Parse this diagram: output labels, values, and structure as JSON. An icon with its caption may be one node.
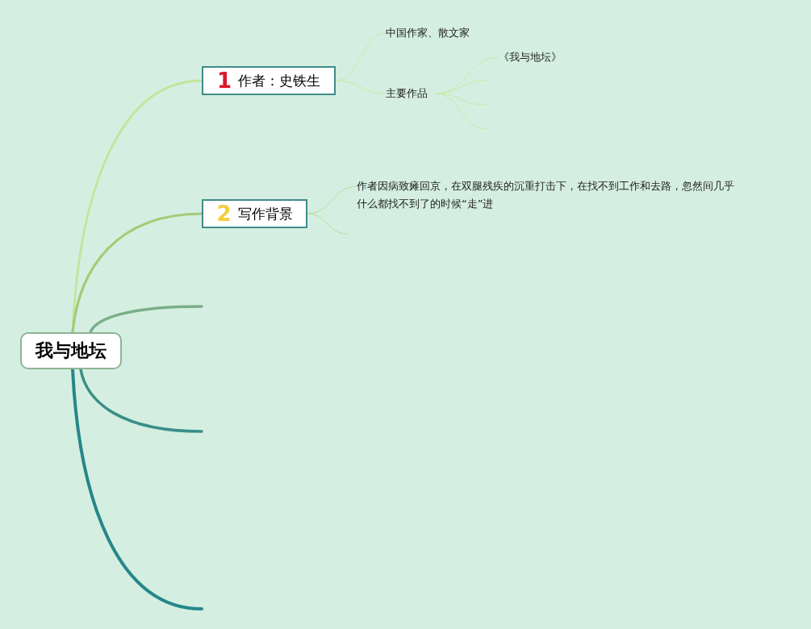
{
  "diagram": {
    "nodes": [
      {
        "text": [
          "我与地坛"
        ]
      },
      {
        "text": [
          "1",
          "作者：史铁生"
        ]
      },
      {
        "text": [
          "2",
          "写作背景"
        ]
      },
      {
        "text": [
          "中国作家、散文家"
        ]
      },
      {
        "text": [
          "主要作品"
        ]
      },
      {
        "text": [
          "《我与地坛》"
        ]
      },
      {
        "text": [
          "作者因病致瘫回京，在双腿残疾的沉重打击下，在找不到工作和去路，忽然间几乎什么都找不到了的时候“走”进"
        ]
      }
    ],
    "edges": [
      {
        "from": 0,
        "to": 1,
        "arrow": "none",
        "style": "thick",
        "color": "#c4e49c"
      },
      {
        "from": 0,
        "to": 2,
        "arrow": "none",
        "style": "thick",
        "color": "#a2cc78"
      },
      {
        "from": 0,
        "to": null,
        "arrow": "none",
        "style": "thick",
        "color": "#7aae88"
      },
      {
        "from": 0,
        "to": null,
        "arrow": "none",
        "style": "thick",
        "color": "#3a8f88"
      },
      {
        "from": 0,
        "to": null,
        "arrow": "none",
        "style": "thick",
        "color": "#26878a"
      },
      {
        "from": 1,
        "to": 3,
        "arrow": "none",
        "color": "#cbe8a8"
      },
      {
        "from": 1,
        "to": 4,
        "arrow": "none",
        "color": "#cbe8a8"
      },
      {
        "from": 4,
        "to": 5,
        "arrow": "none",
        "color": "#cbe8a8"
      },
      {
        "from": 4,
        "to": null,
        "arrow": "none",
        "color": "#cbe8a8"
      },
      {
        "from": 4,
        "to": null,
        "arrow": "none",
        "color": "#cbe8a8"
      },
      {
        "from": 4,
        "to": null,
        "arrow": "none",
        "color": "#cbe8a8"
      },
      {
        "from": 2,
        "to": 6,
        "arrow": "none",
        "color": "#b8dc98"
      },
      {
        "from": 2,
        "to": null,
        "arrow": "none",
        "color": "#b8dc98"
      }
    ]
  }
}
